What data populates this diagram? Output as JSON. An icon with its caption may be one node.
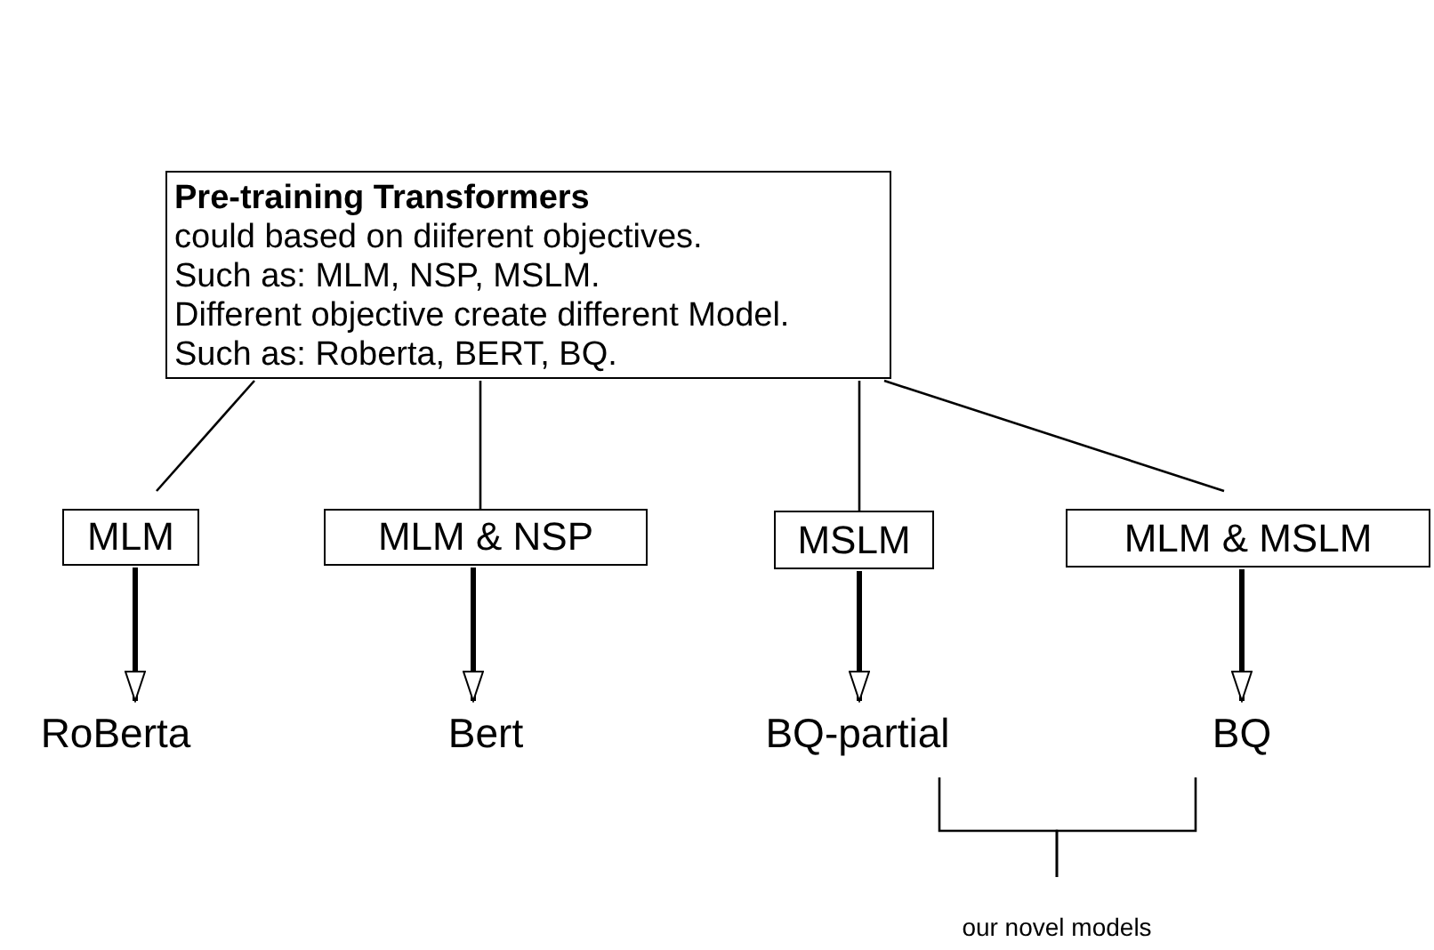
{
  "diagram": {
    "nodes": [
      {
        "text": [
          "Pre-training Transformers",
          "could based on diiferent objectives.",
          "Such as: MLM, NSP, MSLM.",
          "Different objective create different Model.",
          "Such as: Roberta, BERT, BQ."
        ]
      },
      {
        "text": [
          "MLM"
        ]
      },
      {
        "text": [
          "MLM & NSP"
        ]
      },
      {
        "text": [
          "MSLM"
        ]
      },
      {
        "text": [
          "MLM & MSLM"
        ]
      },
      {
        "text": [
          "RoBerta"
        ]
      },
      {
        "text": [
          "Bert"
        ]
      },
      {
        "text": [
          "BQ-partial"
        ]
      },
      {
        "text": [
          "BQ"
        ]
      },
      {
        "text": [
          "our novel models"
        ]
      }
    ],
    "edges": [
      {
        "from": 0,
        "to": 1,
        "arrow": "none"
      },
      {
        "from": 0,
        "to": 2,
        "arrow": "none"
      },
      {
        "from": 0,
        "to": 3,
        "arrow": "none"
      },
      {
        "from": 0,
        "to": 4,
        "arrow": "none"
      },
      {
        "from": 1,
        "to": 5,
        "arrow": "to",
        "style": "thick"
      },
      {
        "from": 2,
        "to": 6,
        "arrow": "to",
        "style": "thick"
      },
      {
        "from": 3,
        "to": 7,
        "arrow": "to",
        "style": "thick"
      },
      {
        "from": 4,
        "to": 8,
        "arrow": "to",
        "style": "thick"
      },
      {
        "from": 7,
        "to": 9,
        "arrow": "none"
      },
      {
        "from": 8,
        "to": 9,
        "arrow": "none"
      }
    ]
  }
}
